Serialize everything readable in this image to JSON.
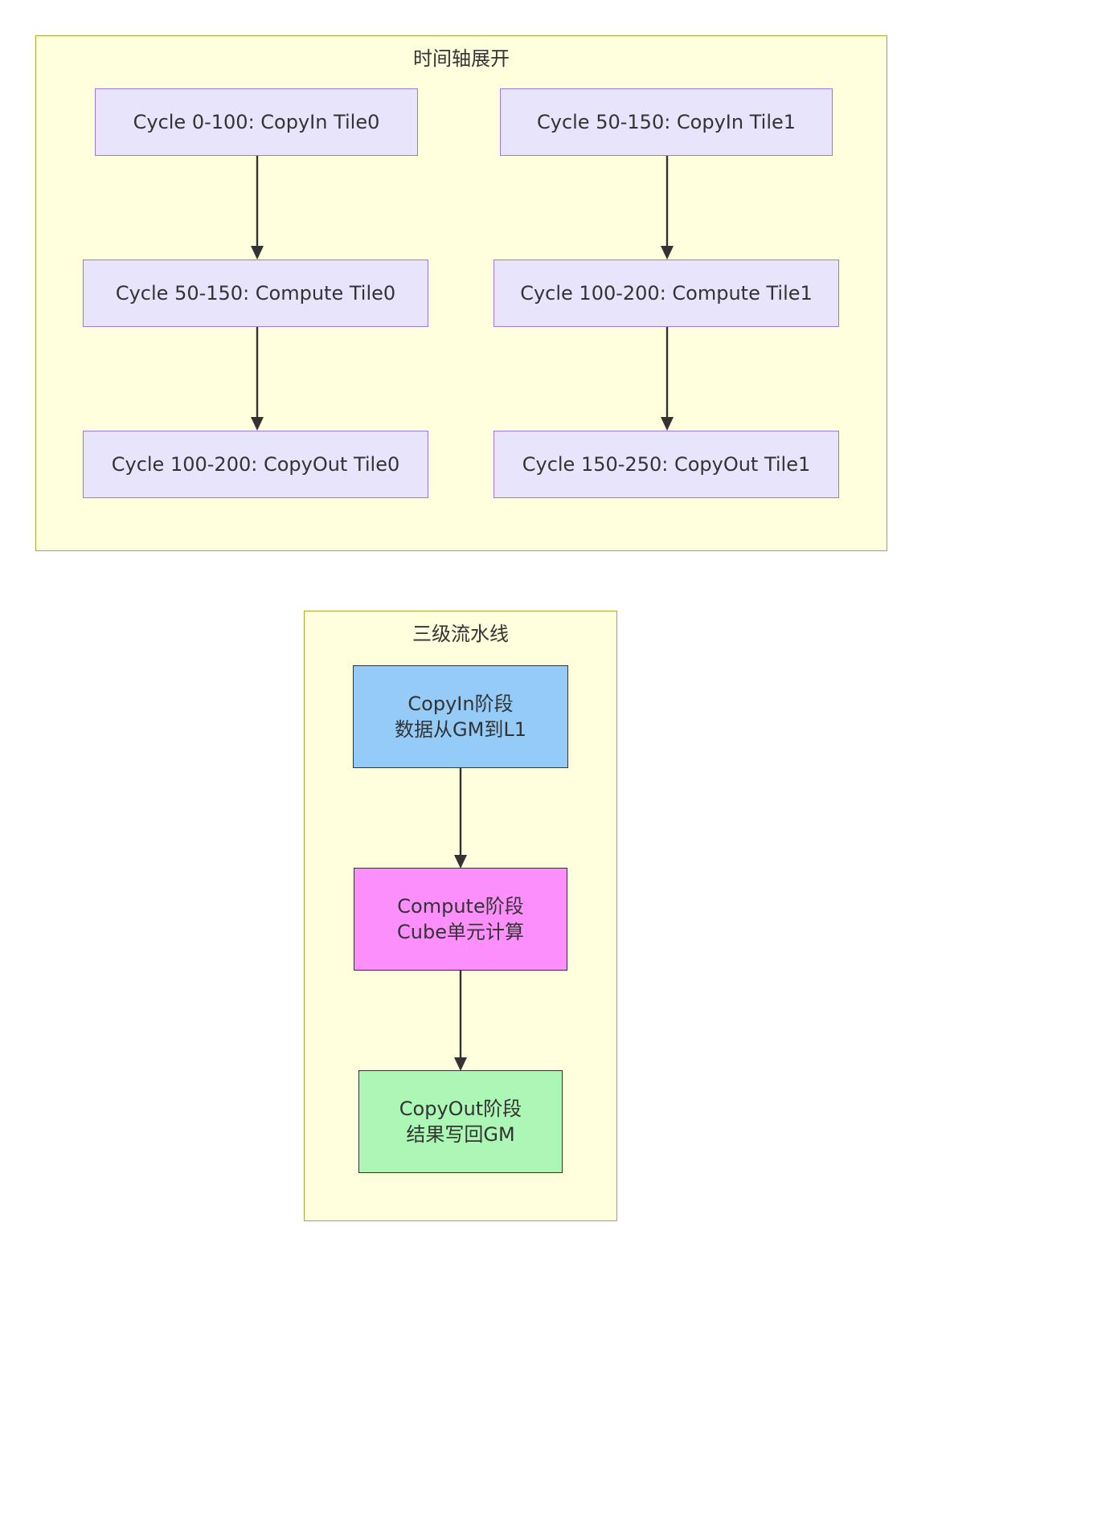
{
  "diagram": {
    "type": "flowchart",
    "background": "#ffffff",
    "clusters": [
      {
        "id": "timeline",
        "title": "时间轴展开",
        "fill": "#ffffde",
        "stroke": "#aaaa33",
        "nodes": [
          {
            "id": "t0_in",
            "label": "Cycle 0-100: CopyIn Tile0",
            "style": "purple",
            "column": 0,
            "row": 0
          },
          {
            "id": "t0_compute",
            "label": "Cycle 50-150: Compute Tile0",
            "style": "purple",
            "column": 0,
            "row": 1
          },
          {
            "id": "t0_out",
            "label": "Cycle 100-200: CopyOut Tile0",
            "style": "purple",
            "column": 0,
            "row": 2
          },
          {
            "id": "t1_in",
            "label": "Cycle 50-150: CopyIn Tile1",
            "style": "purple",
            "column": 1,
            "row": 0
          },
          {
            "id": "t1_compute",
            "label": "Cycle 100-200: Compute Tile1",
            "style": "purple",
            "column": 1,
            "row": 1
          },
          {
            "id": "t1_out",
            "label": "Cycle 150-250: CopyOut Tile1",
            "style": "purple",
            "column": 1,
            "row": 2
          }
        ],
        "edges": [
          {
            "from": "t0_in",
            "to": "t0_compute"
          },
          {
            "from": "t0_compute",
            "to": "t0_out"
          },
          {
            "from": "t1_in",
            "to": "t1_compute"
          },
          {
            "from": "t1_compute",
            "to": "t1_out"
          }
        ]
      },
      {
        "id": "pipeline",
        "title": "三级流水线",
        "fill": "#ffffde",
        "stroke": "#aaaa33",
        "nodes": [
          {
            "id": "stage_in",
            "label_line1": "CopyIn阶段",
            "label_line2": "数据从GM到L1",
            "style": "blue",
            "fill": "#95cbf7"
          },
          {
            "id": "stage_cmp",
            "label_line1": "Compute阶段",
            "label_line2": "Cube单元计算",
            "style": "pink",
            "fill": "#fd8ffd"
          },
          {
            "id": "stage_out",
            "label_line1": "CopyOut阶段",
            "label_line2": "结果写回GM",
            "style": "green",
            "fill": "#adf7b6"
          }
        ],
        "edges": [
          {
            "from": "stage_in",
            "to": "stage_cmp"
          },
          {
            "from": "stage_cmp",
            "to": "stage_out"
          }
        ]
      }
    ]
  }
}
